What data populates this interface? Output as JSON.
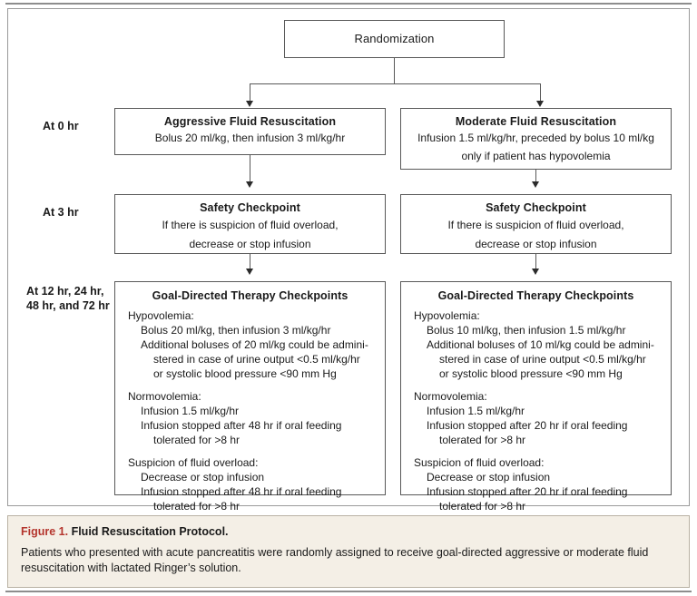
{
  "figure": {
    "frame_border_color": "#9a9a9a",
    "box_border_color": "#585858",
    "caption_bg": "#f4efe6",
    "caption_border": "#b9b2a4",
    "figno_color": "#b4352d"
  },
  "root": {
    "label": "Randomization"
  },
  "stage_labels": {
    "hr0": "At 0 hr",
    "hr3": "At 3 hr",
    "hr12_line1": "At 12 hr, 24 hr,",
    "hr12_line2": "48 hr, and 72 hr"
  },
  "arms": {
    "aggressive": {
      "title": "Aggressive Fluid Resuscitation",
      "detail": "Bolus 20 ml/kg, then infusion 3 ml/kg/hr",
      "safety": {
        "title": "Safety Checkpoint",
        "line1": "If there is suspicion of fluid overload,",
        "line2": "decrease or stop infusion"
      },
      "gdt": {
        "title": "Goal-Directed Therapy Checkpoints",
        "groups": [
          {
            "header": "Hypovolemia:",
            "lines": [
              "Bolus 20 ml/kg, then infusion 3 ml/kg/hr",
              "Additional boluses of 20 ml/kg could be admini-",
              "stered in case of urine output <0.5 ml/kg/hr",
              "or systolic blood pressure <90 mm Hg"
            ]
          },
          {
            "header": "Normovolemia:",
            "lines": [
              "Infusion 1.5 ml/kg/hr",
              "Infusion stopped after 48 hr if oral feeding",
              "tolerated for >8 hr"
            ]
          },
          {
            "header": "Suspicion of fluid overload:",
            "lines": [
              "Decrease or stop infusion",
              "Infusion stopped after 48 hr if oral feeding",
              "tolerated for >8 hr"
            ]
          }
        ]
      }
    },
    "moderate": {
      "title": "Moderate Fluid Resuscitation",
      "detail_line1": "Infusion 1.5 ml/kg/hr, preceded by bolus 10 ml/kg",
      "detail_line2": "only if patient has hypovolemia",
      "safety": {
        "title": "Safety Checkpoint",
        "line1": "If there is suspicion of fluid overload,",
        "line2": "decrease or stop infusion"
      },
      "gdt": {
        "title": "Goal-Directed Therapy Checkpoints",
        "groups": [
          {
            "header": "Hypovolemia:",
            "lines": [
              "Bolus 10 ml/kg, then infusion 1.5 ml/kg/hr",
              "Additional boluses of 10 ml/kg could be admini-",
              "stered in case of urine output <0.5 ml/kg/hr",
              "or systolic blood pressure <90 mm Hg"
            ]
          },
          {
            "header": "Normovolemia:",
            "lines": [
              "Infusion 1.5 ml/kg/hr",
              "Infusion stopped after 20 hr if oral feeding",
              "tolerated for >8 hr"
            ]
          },
          {
            "header": "Suspicion of fluid overload:",
            "lines": [
              "Decrease or stop infusion",
              "Infusion stopped after 20 hr if oral feeding",
              "tolerated for >8 hr"
            ]
          }
        ]
      }
    }
  },
  "caption": {
    "figure_number": "Figure 1.",
    "title": "Fluid Resuscitation Protocol.",
    "body": "Patients who presented with acute pancreatitis were randomly assigned to receive goal-directed aggressive or moderate fluid resuscitation with lactated Ringer’s solution."
  }
}
